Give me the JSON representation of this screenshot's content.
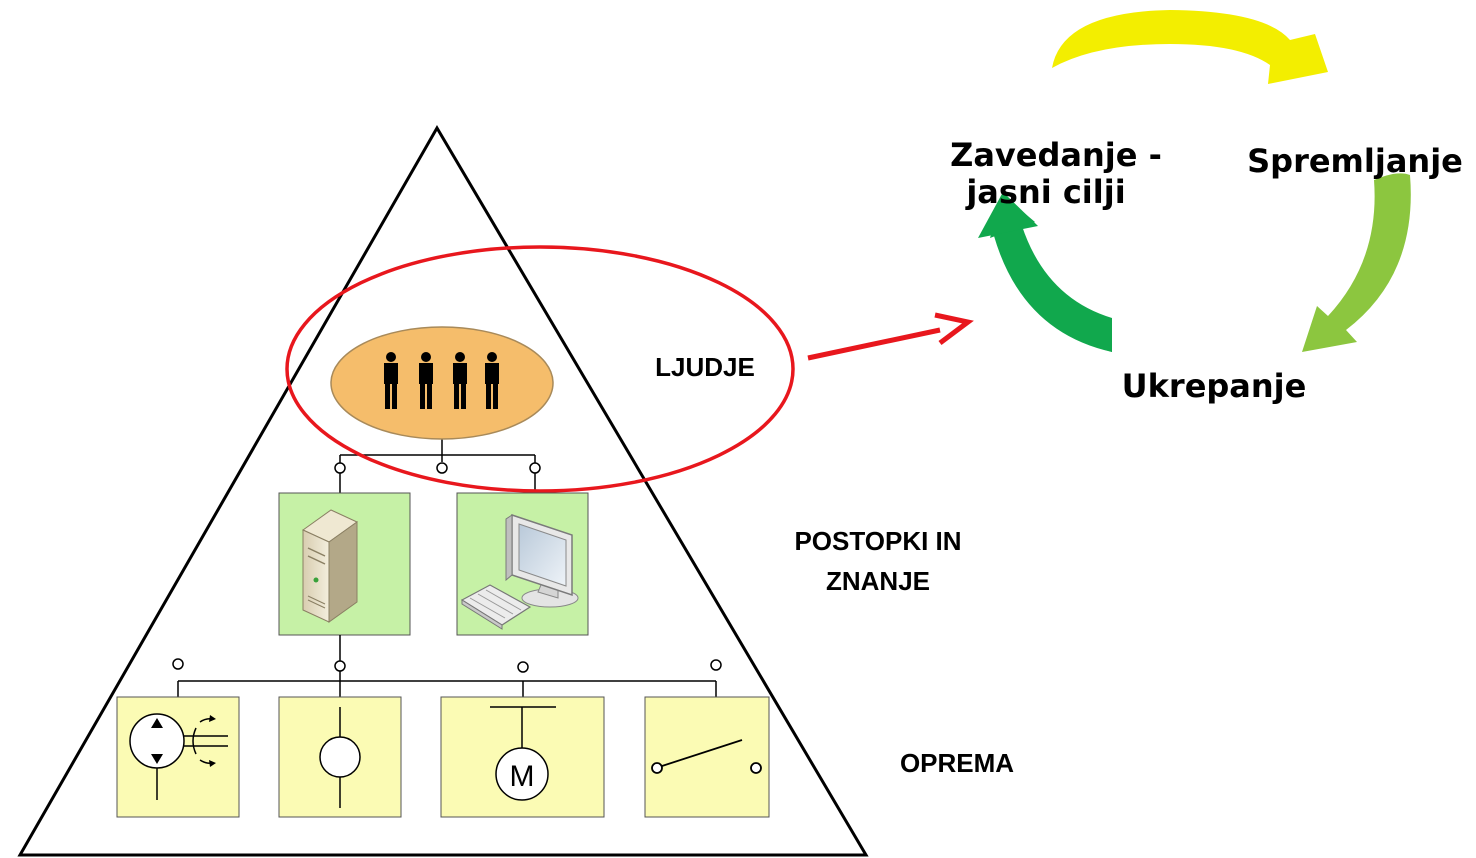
{
  "levels": {
    "people": "LJUDJE",
    "processes_line1": "POSTOPKI IN",
    "processes_line2": "ZNANJE",
    "equipment": "OPREMA"
  },
  "cycle": {
    "stage_top_left_line1": "Zavedanje -",
    "stage_top_left_line2": "jasni cilji",
    "stage_top_right": "Spremljanje",
    "stage_bottom": "Ukrepanje"
  },
  "motor_symbol_text": "M",
  "icons": {
    "people": "people-group-icon",
    "server": "server-tower-icon",
    "workstation": "computer-monitor-keyboard-icon",
    "pump": "hydraulic-pump-icon",
    "valve": "valve-circle-icon",
    "motor": "motor-icon",
    "switch": "switch-icon"
  },
  "colors": {
    "pyramid_stroke": "#000000",
    "highlight_ellipse": "#e8171d",
    "people_ellipse_fill": "#f5bd6b",
    "computer_box_fill": "#c6f1a6",
    "equipment_box_fill": "#fbfbb4",
    "arrow_yellow": "#f3ee00",
    "arrow_lightgreen": "#8cc63f",
    "arrow_green": "#11a84d",
    "pointer_arrow": "#e8171d"
  }
}
